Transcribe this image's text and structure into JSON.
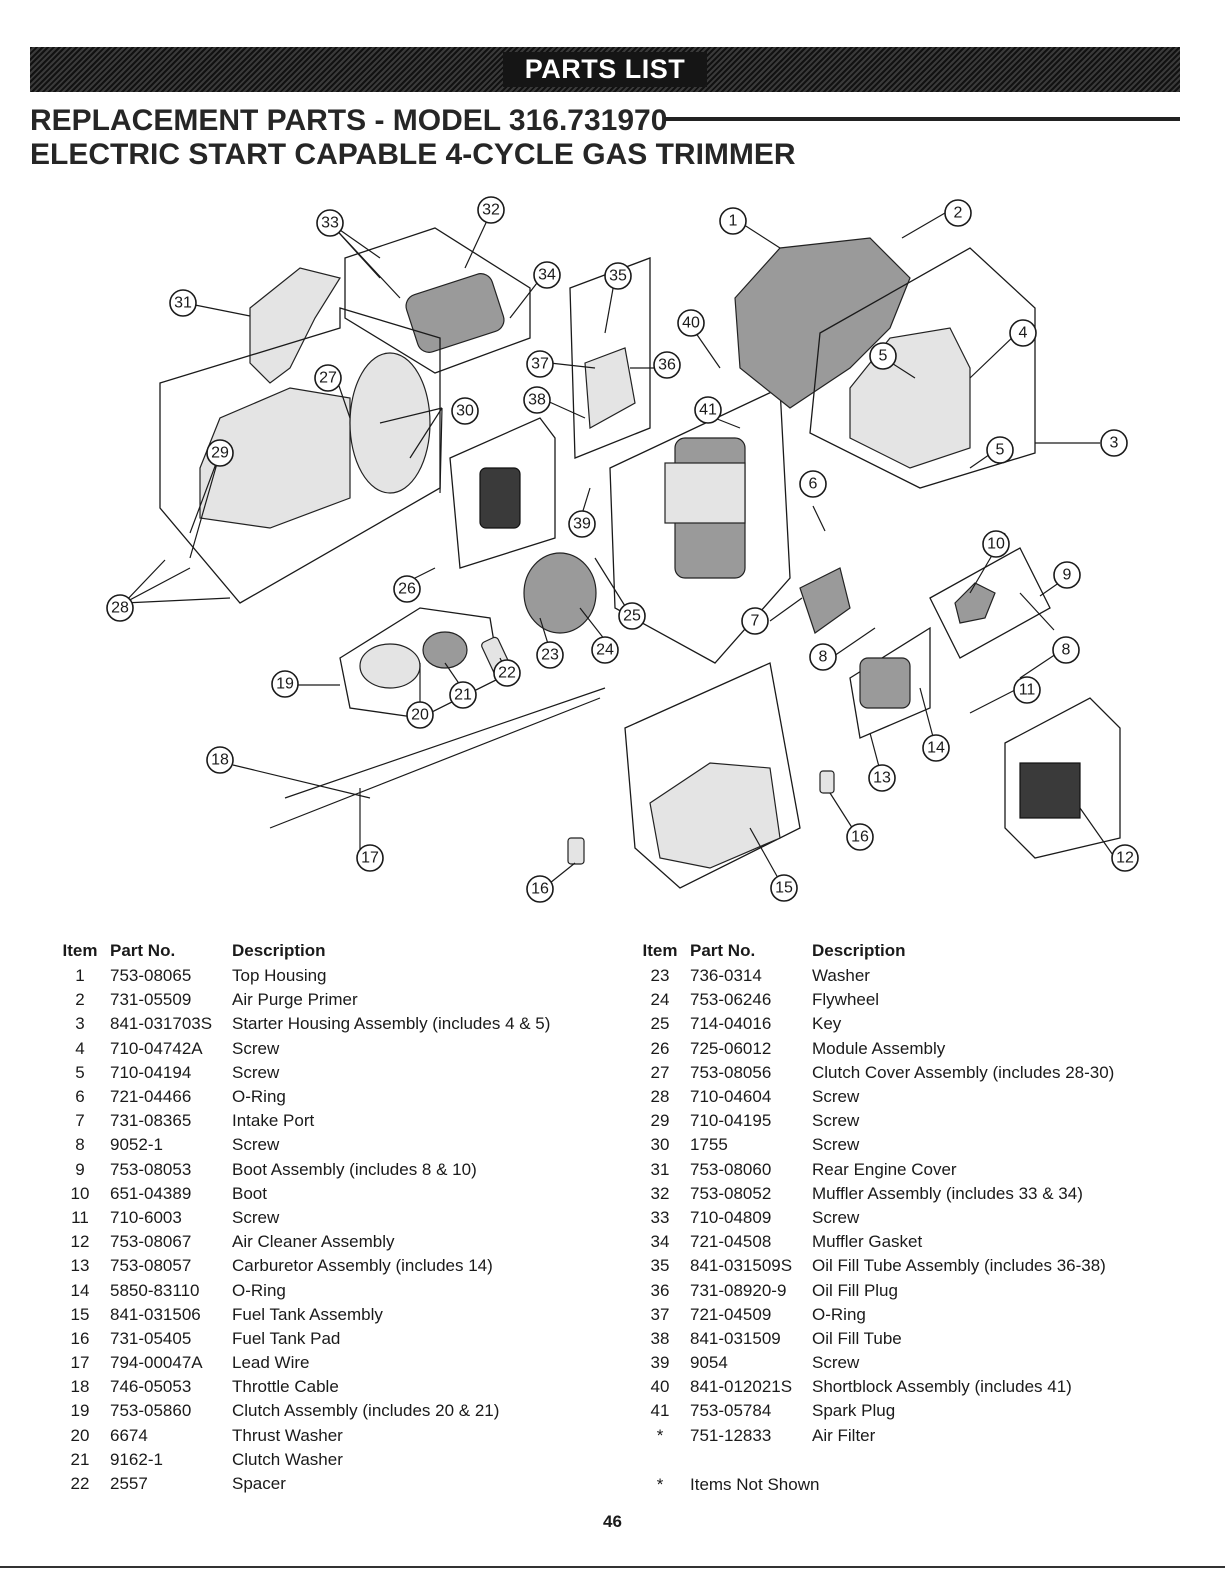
{
  "banner": "PARTS LIST",
  "title_line1": "REPLACEMENT PARTS - MODEL 316.731970",
  "title_line2": "ELECTRIC START CAPABLE 4-CYCLE GAS TRIMMER",
  "callouts": [
    "1",
    "2",
    "3",
    "4",
    "5",
    "6",
    "7",
    "8",
    "9",
    "10",
    "11",
    "12",
    "13",
    "14",
    "15",
    "16",
    "17",
    "18",
    "19",
    "20",
    "21",
    "22",
    "23",
    "24",
    "25",
    "26",
    "27",
    "28",
    "29",
    "30",
    "31",
    "32",
    "33",
    "34",
    "35",
    "36",
    "37",
    "38",
    "39",
    "40",
    "41"
  ],
  "table_headers": {
    "item": "Item",
    "part": "Part No.",
    "desc": "Description"
  },
  "parts_left": [
    {
      "item": "1",
      "part": "753-08065",
      "desc": "Top Housing"
    },
    {
      "item": "2",
      "part": "731-05509",
      "desc": "Air Purge Primer"
    },
    {
      "item": "3",
      "part": "841-031703S",
      "desc": "Starter Housing Assembly (includes 4 & 5)"
    },
    {
      "item": "4",
      "part": "710-04742A",
      "desc": "Screw"
    },
    {
      "item": "5",
      "part": "710-04194",
      "desc": "Screw"
    },
    {
      "item": "6",
      "part": "721-04466",
      "desc": "O-Ring"
    },
    {
      "item": "7",
      "part": "731-08365",
      "desc": "Intake Port"
    },
    {
      "item": "8",
      "part": "9052-1",
      "desc": "Screw"
    },
    {
      "item": "9",
      "part": "753-08053",
      "desc": "Boot Assembly (includes 8 & 10)"
    },
    {
      "item": "10",
      "part": "651-04389",
      "desc": "Boot"
    },
    {
      "item": "11",
      "part": "710-6003",
      "desc": "Screw"
    },
    {
      "item": "12",
      "part": "753-08067",
      "desc": "Air Cleaner Assembly"
    },
    {
      "item": "13",
      "part": "753-08057",
      "desc": "Carburetor Assembly (includes 14)"
    },
    {
      "item": "14",
      "part": "5850-83110",
      "desc": "O-Ring"
    },
    {
      "item": "15",
      "part": "841-031506",
      "desc": "Fuel Tank Assembly"
    },
    {
      "item": "16",
      "part": "731-05405",
      "desc": "Fuel Tank Pad"
    },
    {
      "item": "17",
      "part": "794-00047A",
      "desc": "Lead Wire"
    },
    {
      "item": "18",
      "part": "746-05053",
      "desc": "Throttle Cable"
    },
    {
      "item": "19",
      "part": "753-05860",
      "desc": "Clutch Assembly (includes 20 & 21)"
    },
    {
      "item": "20",
      "part": "6674",
      "desc": "Thrust Washer"
    },
    {
      "item": "21",
      "part": "9162-1",
      "desc": "Clutch Washer"
    },
    {
      "item": "22",
      "part": "2557",
      "desc": "Spacer"
    }
  ],
  "parts_right": [
    {
      "item": "23",
      "part": "736-0314",
      "desc": "Washer"
    },
    {
      "item": "24",
      "part": "753-06246",
      "desc": "Flywheel"
    },
    {
      "item": "25",
      "part": "714-04016",
      "desc": "Key"
    },
    {
      "item": "26",
      "part": "725-06012",
      "desc": "Module Assembly"
    },
    {
      "item": "27",
      "part": "753-08056",
      "desc": "Clutch Cover Assembly (includes 28-30)"
    },
    {
      "item": "28",
      "part": "710-04604",
      "desc": "Screw"
    },
    {
      "item": "29",
      "part": "710-04195",
      "desc": "Screw"
    },
    {
      "item": "30",
      "part": "1755",
      "desc": "Screw"
    },
    {
      "item": "31",
      "part": "753-08060",
      "desc": "Rear Engine Cover"
    },
    {
      "item": "32",
      "part": "753-08052",
      "desc": "Muffler Assembly (includes 33 & 34)"
    },
    {
      "item": "33",
      "part": "710-04809",
      "desc": "Screw"
    },
    {
      "item": "34",
      "part": "721-04508",
      "desc": "Muffler Gasket"
    },
    {
      "item": "35",
      "part": "841-031509S",
      "desc": "Oil Fill Tube Assembly (includes 36-38)"
    },
    {
      "item": "36",
      "part": "731-08920-9",
      "desc": "Oil Fill Plug"
    },
    {
      "item": "37",
      "part": "721-04509",
      "desc": "O-Ring"
    },
    {
      "item": "38",
      "part": "841-031509",
      "desc": "Oil Fill Tube"
    },
    {
      "item": "39",
      "part": "9054",
      "desc": "Screw"
    },
    {
      "item": "40",
      "part": "841-012021S",
      "desc": "Shortblock Assembly (includes 41)"
    },
    {
      "item": "41",
      "part": "753-05784",
      "desc": "Spark Plug"
    },
    {
      "item": "*",
      "part": "751-12833",
      "desc": "Air Filter"
    }
  ],
  "footnote": {
    "mark": "*",
    "text": "Items Not Shown"
  },
  "page_number": "46"
}
